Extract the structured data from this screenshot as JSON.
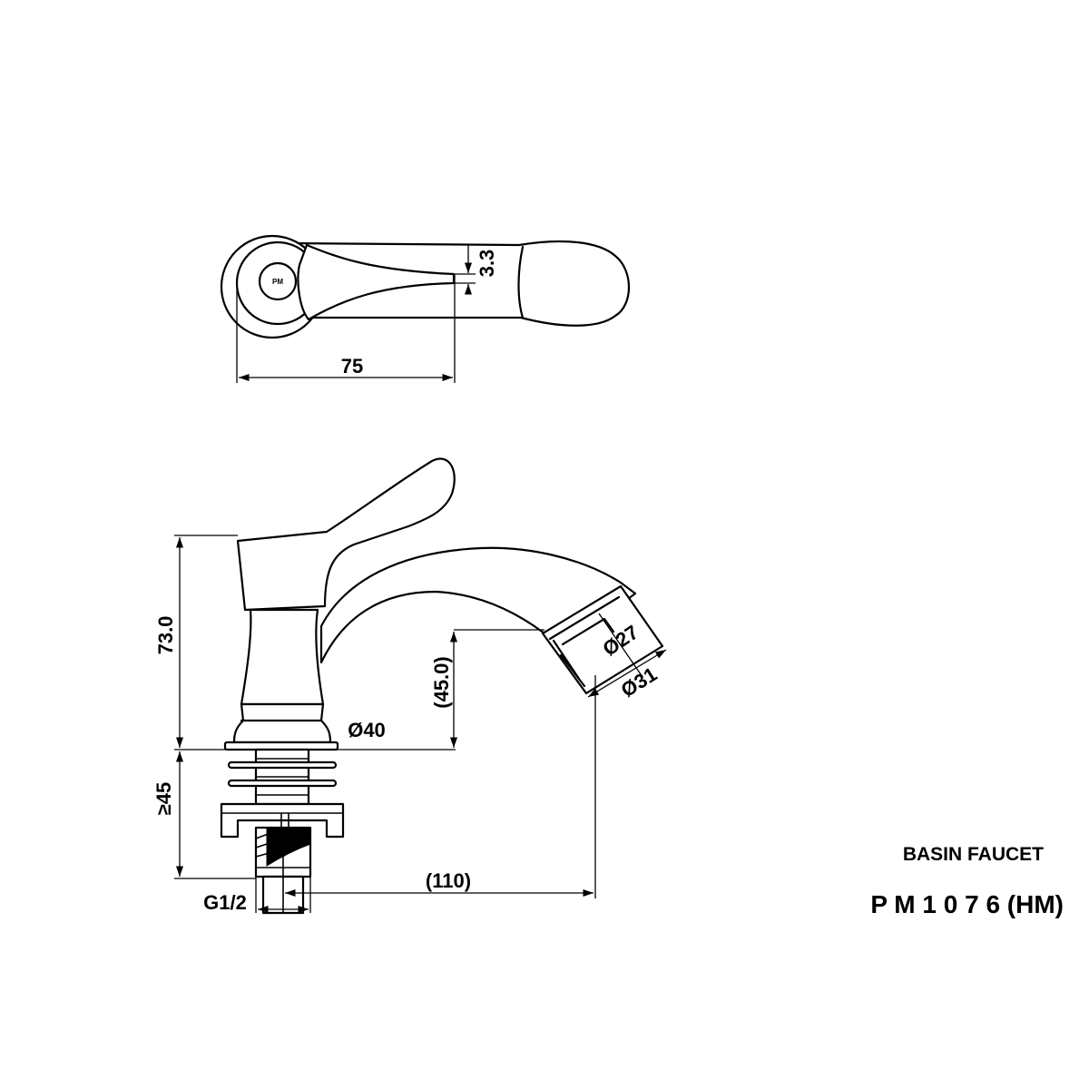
{
  "top_view": {
    "width_label": "75",
    "handle_thickness_label": "3.3",
    "logo_text": "PM"
  },
  "side_view": {
    "height_label": "73.0",
    "spout_height_label": "(45.0)",
    "base_diameter_label": "Ø40",
    "aerator_inner_label": "Ø27",
    "aerator_outer_label": "Ø31",
    "mount_length_label": "≥45",
    "reach_label": "(110)",
    "thread_label": "G1/2"
  },
  "title_block": {
    "product_type": "BASIN FAUCET",
    "model_code": "P M 1 0 7 6 (HM)"
  }
}
